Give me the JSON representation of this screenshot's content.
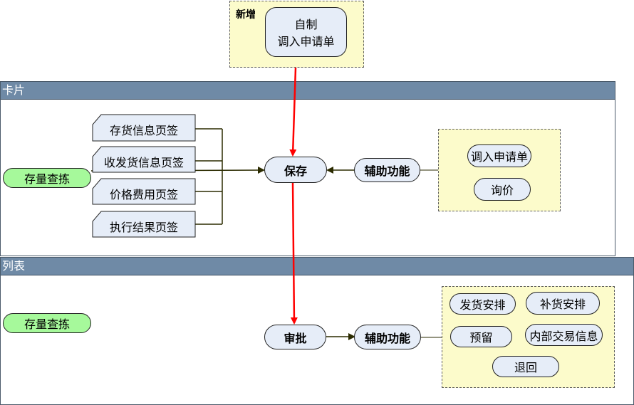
{
  "new_box": {
    "title": "新增",
    "node_line1": "自制",
    "node_line2": "调入申请单"
  },
  "card_section": {
    "header": "卡片",
    "inventory_query": "存量查拣",
    "tabs": [
      "存货信息页签",
      "收发货信息页签",
      "价格费用页签",
      "执行结果页签"
    ],
    "save": "保存",
    "aux_function": "辅助功能",
    "aux_items": [
      "调入申请单",
      "询价"
    ]
  },
  "list_section": {
    "header": "列表",
    "inventory_query": "存量查拣",
    "approve": "审批",
    "aux_function": "辅助功能",
    "aux_items": [
      "发货安排",
      "补货安排",
      "预留",
      "内部交易信息",
      "退回"
    ]
  },
  "colors": {
    "main_flow": "#ff0000",
    "connector": "#2b2b00",
    "section_header": "#6f8aa6",
    "note_bg": "#fcfbcb",
    "node_bg": "#e6edf8",
    "query_bg": "#a6f99b"
  }
}
